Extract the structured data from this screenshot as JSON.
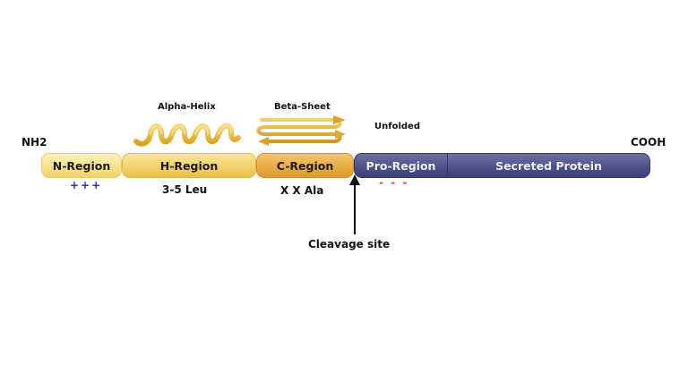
{
  "labels": {
    "alpha_helix": "Alpha-Helix",
    "beta_sheet": "Beta-Sheet",
    "unfolded": "Unfolded",
    "nh2": "NH2",
    "cooh": "COOH",
    "leu": "3-5 Leu",
    "ala": "X X Ala",
    "cleavage": "Cleavage site",
    "positive": "+++",
    "negative": "- - -"
  },
  "segments": {
    "n_region": "N-Region",
    "h_region": "H-Region",
    "c_region": "C-Region",
    "pro_region": "Pro-Region",
    "secreted": "Secreted Protein"
  },
  "colors": {
    "positive_charge": "#1f2fd6",
    "negative_charge": "#e23b3b",
    "helix": "#e8b93a",
    "sheet": "#e2a92c",
    "arrow": "#111111"
  },
  "icons": {
    "helix": "alpha-helix-icon",
    "sheet": "beta-sheet-icon",
    "cleavage": "cleavage-arrow-icon"
  }
}
